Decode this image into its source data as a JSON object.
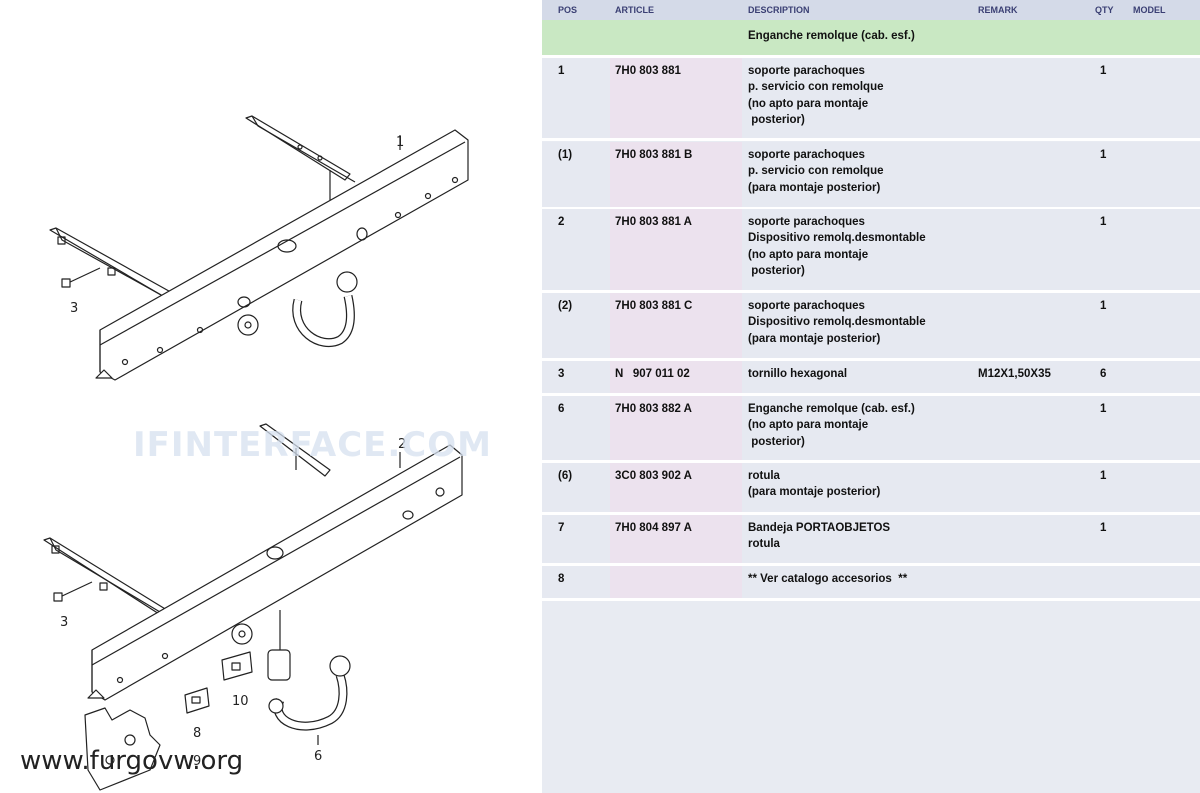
{
  "diagram": {
    "callouts": [
      "1",
      "3",
      "2",
      "3",
      "10",
      "8",
      "9",
      "6"
    ],
    "watermark": "IFINTERFACE.COM",
    "site": "www.furgovw.org"
  },
  "table": {
    "columns": [
      "POS",
      "ARTICLE",
      "DESCRIPTION",
      "REMARK",
      "QTY",
      "MODEL"
    ],
    "group_title": "Enganche remolque (cab. esf.)",
    "rows": [
      {
        "pos": "1",
        "article": "7H0 803 881",
        "description": "soporte parachoques\np. servicio con remolque\n(no apto para montaje\n posterior)",
        "remark": "",
        "qty": "1"
      },
      {
        "pos": "(1)",
        "article": "7H0 803 881 B",
        "description": "soporte parachoques\np. servicio con remolque\n(para montaje posterior)",
        "remark": "",
        "qty": "1"
      },
      {
        "pos": "2",
        "article": "7H0 803 881 A",
        "description": "soporte parachoques\nDispositivo remolq.desmontable\n(no apto para montaje\n posterior)",
        "remark": "",
        "qty": "1"
      },
      {
        "pos": "(2)",
        "article": "7H0 803 881 C",
        "description": "soporte parachoques\nDispositivo remolq.desmontable\n(para montaje posterior)",
        "remark": "",
        "qty": "1"
      },
      {
        "pos": "3",
        "article": "N   907 011 02",
        "description": "tornillo hexagonal",
        "remark": "M12X1,50X35",
        "qty": "6"
      },
      {
        "pos": "6",
        "article": "7H0 803 882 A",
        "description": "Enganche remolque (cab. esf.)\n(no apto para montaje\n posterior)",
        "remark": "",
        "qty": "1"
      },
      {
        "pos": "(6)",
        "article": "3C0 803 902 A",
        "description": "rotula\n(para montaje posterior)",
        "remark": "",
        "qty": "1"
      },
      {
        "pos": "7",
        "article": "7H0 804 897 A",
        "description": "Bandeja PORTAOBJETOS\nrotula",
        "remark": "",
        "qty": "1"
      },
      {
        "pos": "8",
        "article": "",
        "description": "** Ver catalogo accesorios  **",
        "remark": "",
        "qty": ""
      }
    ]
  },
  "colors": {
    "header": "#d4dae8",
    "group": "#c9e8c3",
    "row": "#e6e9f1",
    "article_col": "#ece2ee",
    "header_text": "#3a3f73"
  }
}
